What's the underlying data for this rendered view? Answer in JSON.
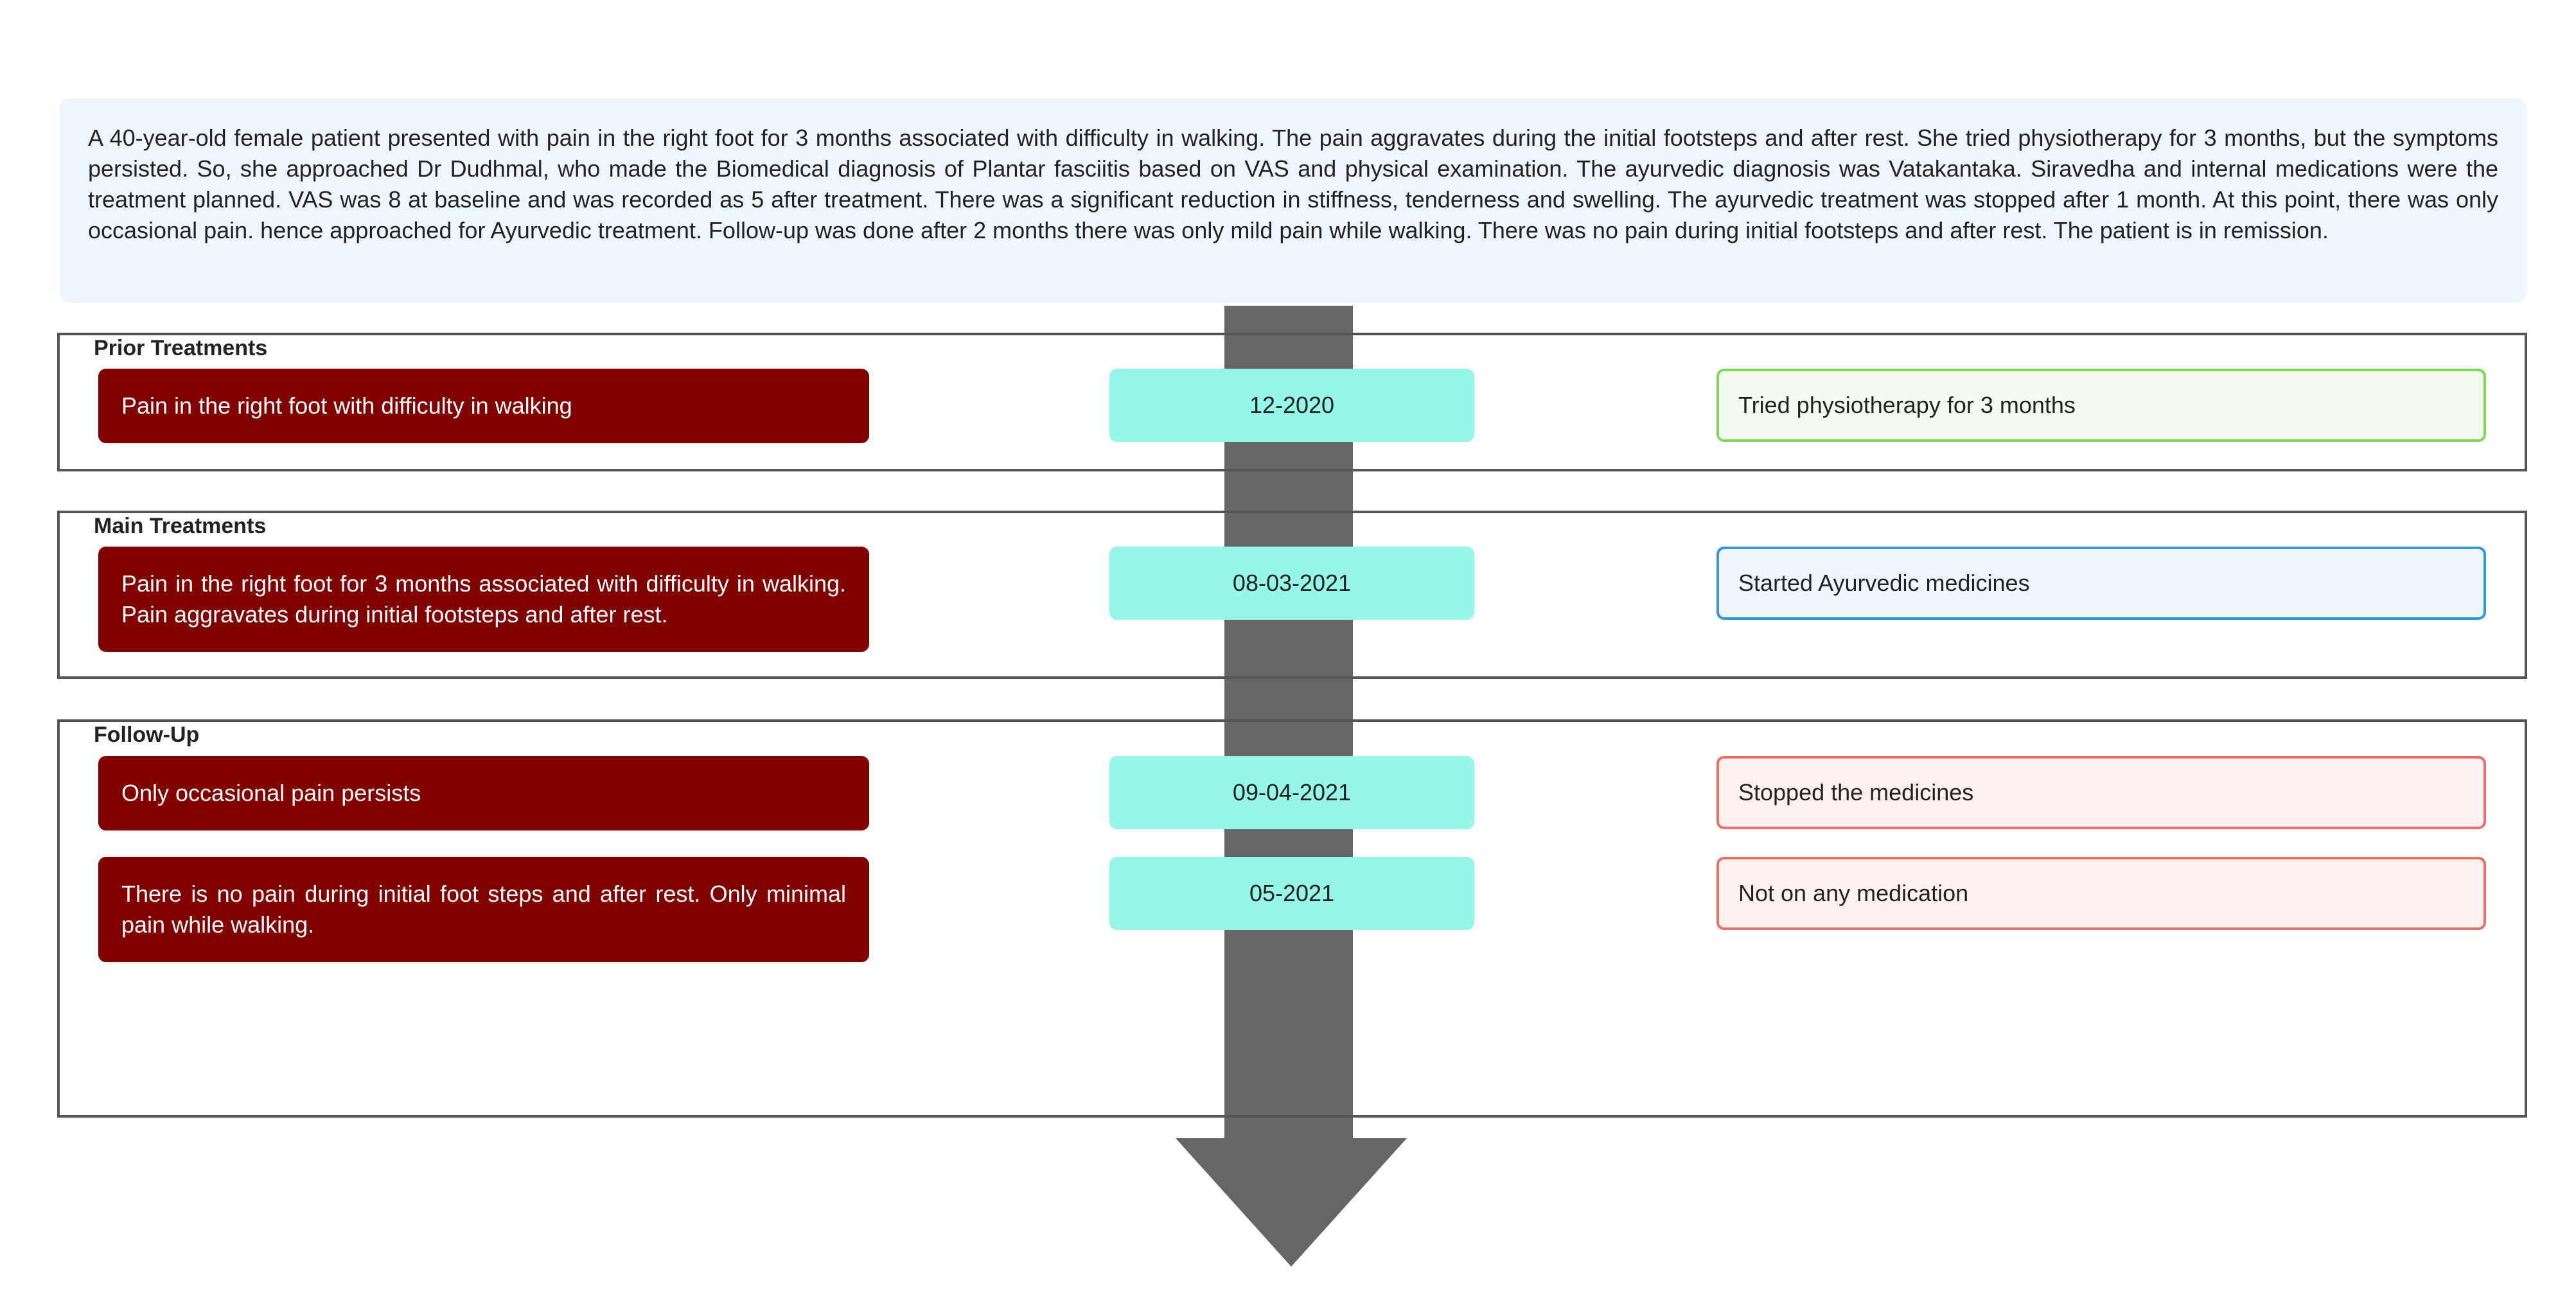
{
  "summary": {
    "text": "A 40-year-old female patient presented with pain in the right foot for 3 months associated with difficulty in walking. The pain aggravates during the initial footsteps and after rest. She tried physiotherapy for 3 months, but the symptoms persisted. So, she approached Dr Dudhmal, who made the Biomedical diagnosis of Plantar fasciitis based on VAS and physical examination. The ayurvedic diagnosis was Vatakantaka. Siravedha and internal medications were the treatment planned. VAS was 8 at baseline and was recorded as 5 after treatment. There was a significant reduction in stiffness, tenderness and swelling. The ayurvedic treatment was stopped after 1 month. At this point, there was only occasional pain. hence approached for Ayurvedic treatment. Follow-up was done after 2 months there was only mild pain while walking. There was no pain during initial footsteps and after rest. The patient is in remission."
  },
  "colors": {
    "timeline": "#666666",
    "event_fill": "#800000",
    "date_fill": "#96f6e8",
    "summary_fill": "#edf5fd"
  },
  "sections": [
    {
      "title": "Prior Treatments",
      "rows": [
        {
          "event": "Pain in the right foot with difficulty in walking",
          "date": "12-2020",
          "treatment": "Tried physiotherapy for 3 months",
          "treatment_border": "#7ed957",
          "treatment_fill": "#f4fcef"
        }
      ]
    },
    {
      "title": "Main Treatments",
      "rows": [
        {
          "event": "Pain in the right foot for 3 months associated with difficulty in walking. Pain aggravates during initial footsteps and after rest.",
          "date": "08-03-2021",
          "treatment": "Started Ayurvedic medicines",
          "treatment_border": "#3498db",
          "treatment_fill": "#edf5fd"
        }
      ]
    },
    {
      "title": "Follow-Up",
      "rows": [
        {
          "event": "Only occasional pain persists",
          "date": "09-04-2021",
          "treatment": "Stopped the medicines",
          "treatment_border": "#e8706a",
          "treatment_fill": "#fdf0ef"
        },
        {
          "event": "There is no pain during initial foot steps and after rest. Only minimal pain while walking.",
          "date": "05-2021",
          "treatment": "Not on any medication",
          "treatment_border": "#e8706a",
          "treatment_fill": "#fdf0ef"
        }
      ]
    }
  ]
}
